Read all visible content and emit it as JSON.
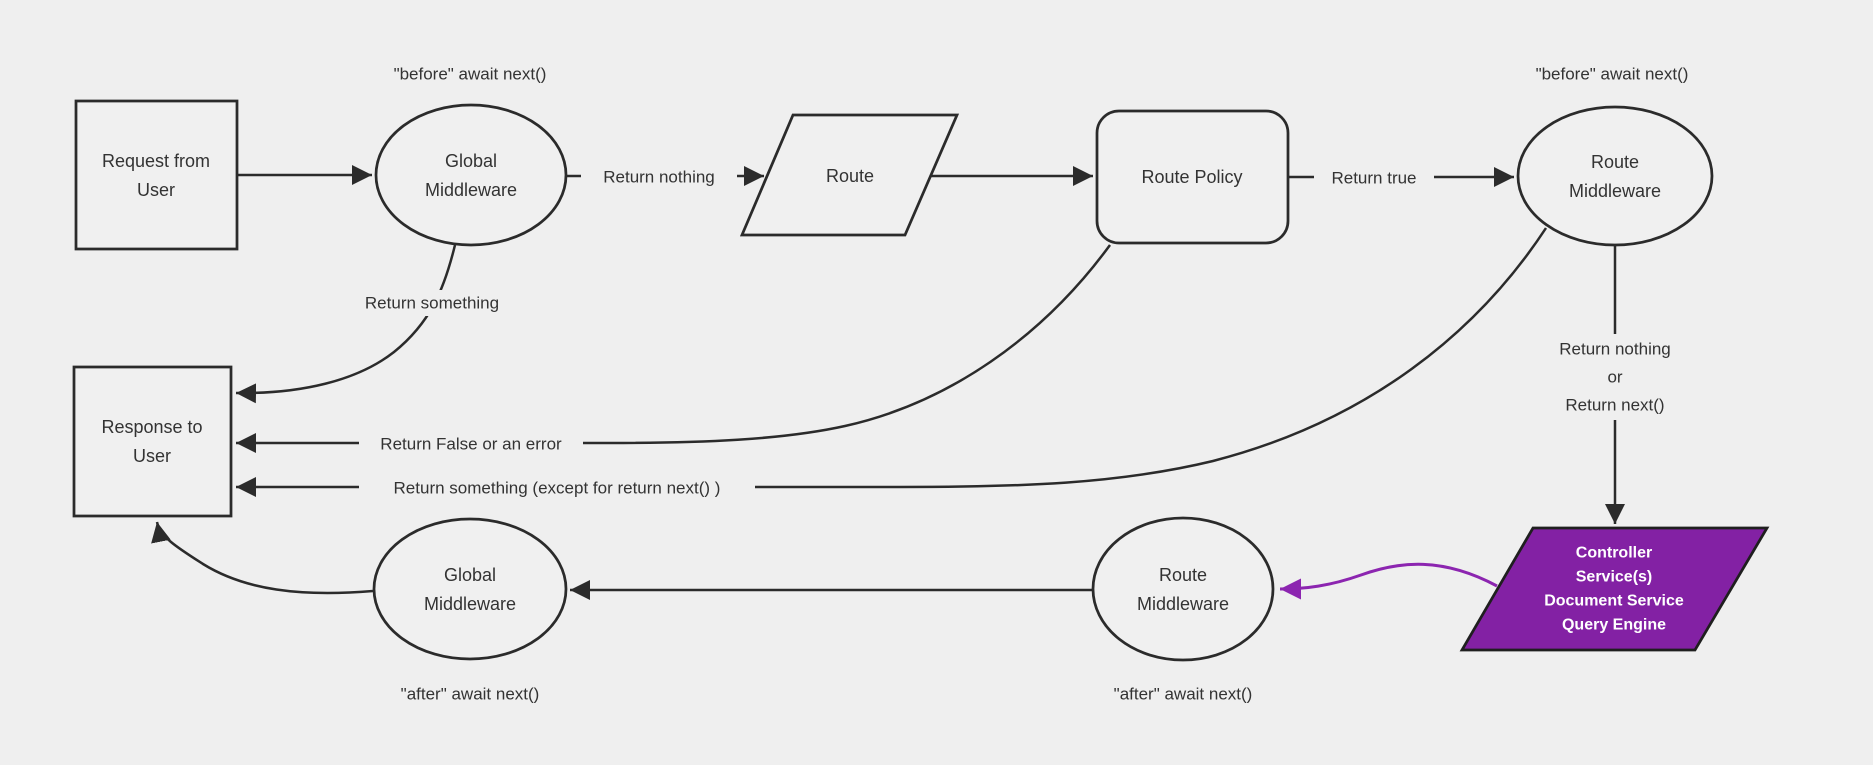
{
  "diagram": {
    "title": "Request and response lifecycle middleware flowchart"
  },
  "colors": {
    "background": "#efefef",
    "node_fill": "#f0f0f0",
    "stroke": "#2b2b2b",
    "text": "#333333",
    "purple_fill": "#8321a4",
    "purple_arrow": "#8c25b0",
    "purple_text": "#ffffff"
  },
  "nodes": {
    "request": {
      "lines": [
        "Request from",
        "User"
      ]
    },
    "global_middleware_top": {
      "lines": [
        "Global",
        "Middleware"
      ]
    },
    "route": {
      "label": "Route"
    },
    "route_policy": {
      "label": "Route Policy"
    },
    "route_middleware_top": {
      "lines": [
        "Route",
        "Middleware"
      ]
    },
    "response": {
      "lines": [
        "Response to",
        "User"
      ]
    },
    "global_middleware_bottom": {
      "lines": [
        "Global",
        "Middleware"
      ]
    },
    "route_middleware_bottom": {
      "lines": [
        "Route",
        "Middleware"
      ]
    },
    "controller_services": {
      "lines": [
        "Controller",
        "Service(s)",
        "Document Service",
        "Query Engine"
      ]
    }
  },
  "edge_labels": {
    "before_await_next_global": "\"before\" await next()",
    "before_await_next_route": "\"before\" await next()",
    "return_nothing": "Return nothing",
    "return_true": "Return true",
    "return_something": "Return something",
    "return_false_or_error": "Return False or an error",
    "return_something_except": "Return something (except for return next() )",
    "return_nothing_or": {
      "lines": [
        "Return nothing",
        "or",
        "Return next()"
      ]
    },
    "after_await_next_global": "\"after\" await next()",
    "after_await_next_route": "\"after\" await next()"
  }
}
